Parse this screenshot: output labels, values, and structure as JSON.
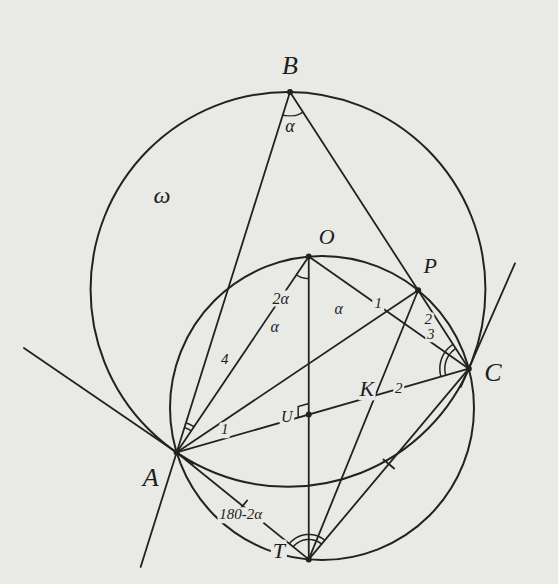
{
  "diagram": {
    "labels": [
      "B",
      "α",
      "ω",
      "O",
      "P",
      "K",
      "A",
      "C",
      "T",
      "2α",
      "α",
      "α",
      "U",
      "1",
      "2",
      "3",
      "4",
      "1",
      "2",
      "180-2α"
    ]
  }
}
